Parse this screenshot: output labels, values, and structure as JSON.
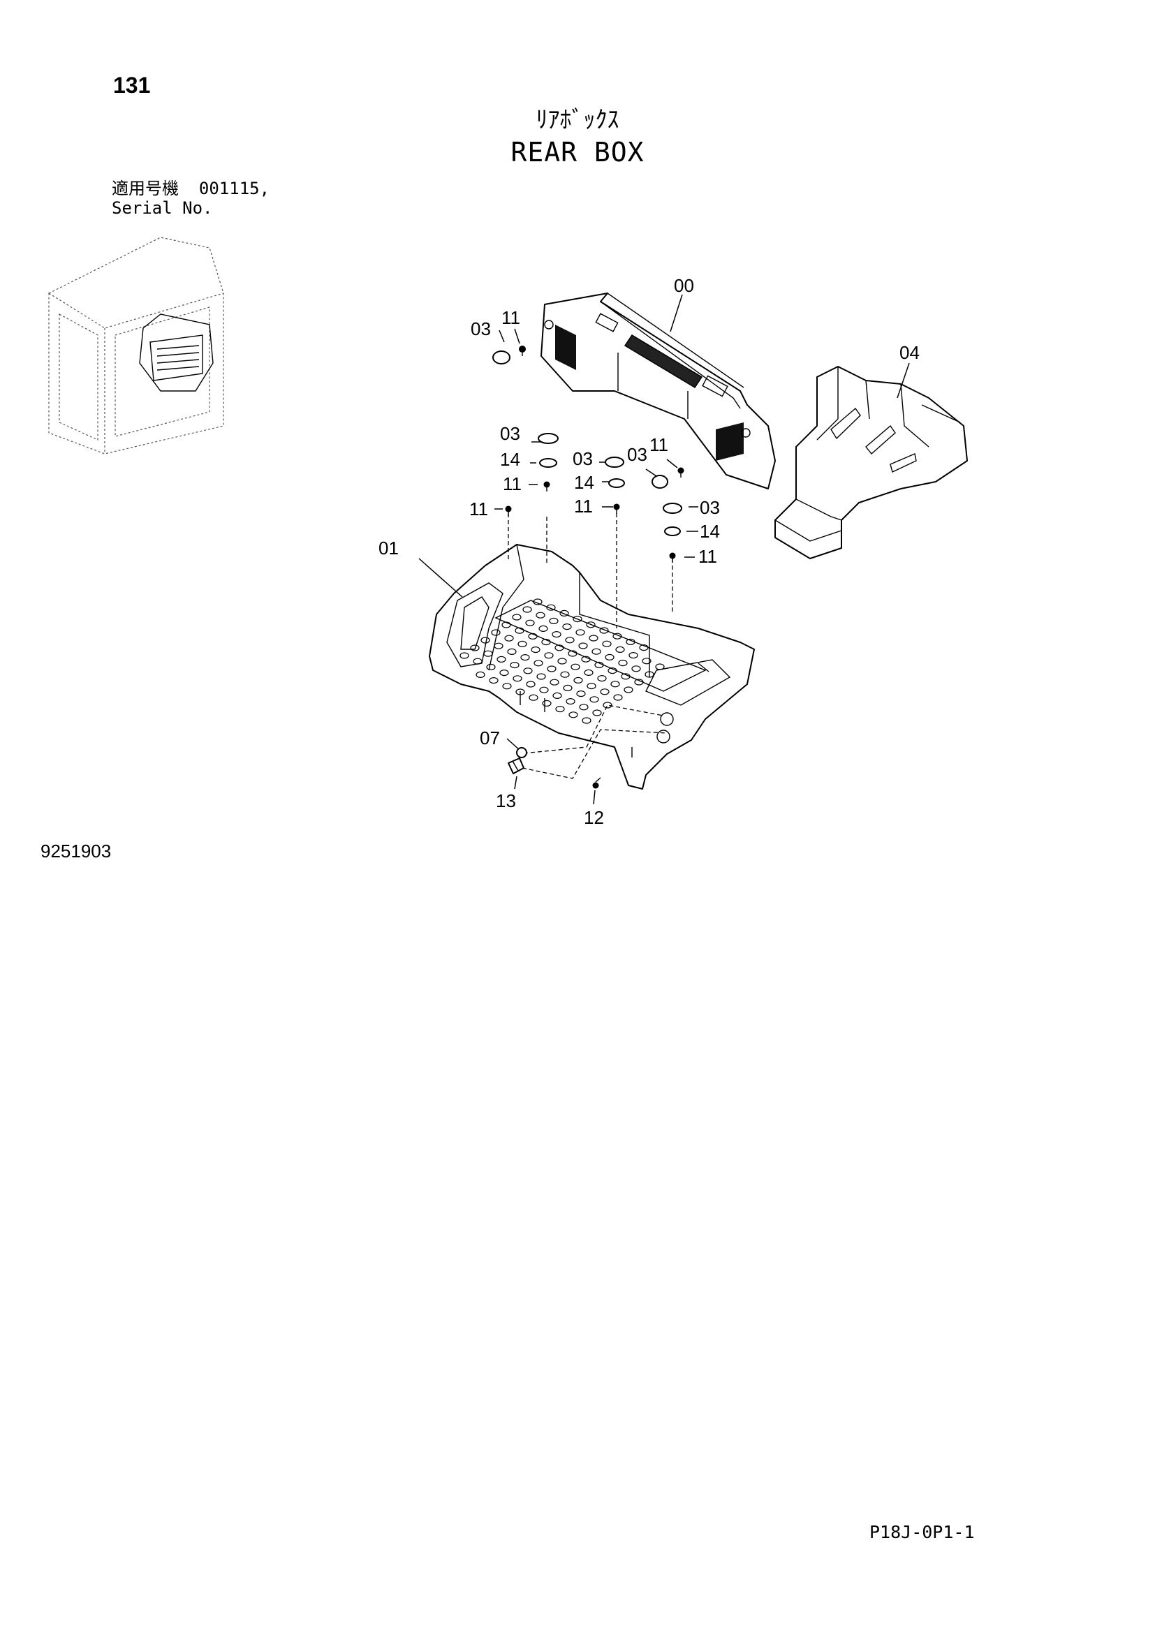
{
  "page": {
    "number": "131",
    "title_jp": "ﾘｱﾎﾞｯｸｽ",
    "title_en": "REAR BOX",
    "serial_label_jp": "適用号機",
    "serial_value": "001115,",
    "serial_label_en": "Serial No.",
    "drawing_number": "9251903",
    "page_code": "P18J-0P1-1"
  },
  "callouts": {
    "c00": "00",
    "c01": "01",
    "c03a": "03",
    "c11a": "11",
    "c03b": "03",
    "c14a": "14",
    "c11b": "11",
    "c11c": "11",
    "c03c": "03",
    "c03d": "03",
    "c11d": "11",
    "c14b": "14",
    "c11e": "11",
    "c03e": "03",
    "c14c": "14",
    "c11f": "11",
    "c04": "04",
    "c07": "07",
    "c13": "13",
    "c12": "12"
  }
}
